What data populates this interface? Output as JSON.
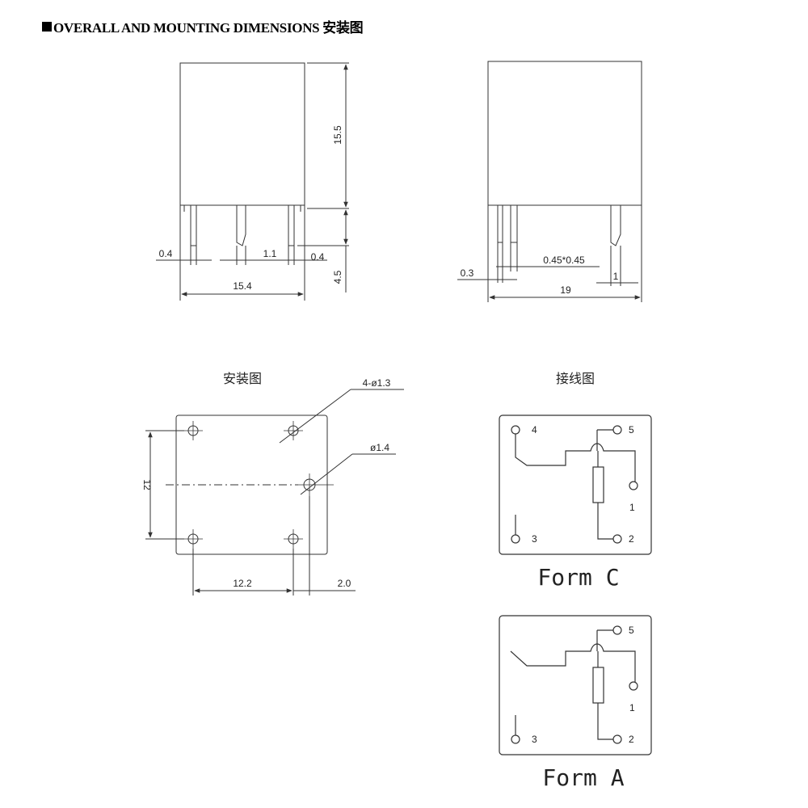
{
  "title": "OVERALL AND MOUNTING DIMENSIONS 安装图",
  "front_view": {
    "height_body": "15.5",
    "height_pins": "4.5",
    "width": "15.4",
    "pin_a": "0.4",
    "pin_spacing": "1.1",
    "pin_b": "0.4"
  },
  "side_view": {
    "pin_thickness": "0.3",
    "pin_section": "0.45*0.45",
    "pin_width": "1",
    "width": "19"
  },
  "mounting": {
    "label": "安装图",
    "holes_callout": "4-ø1.3",
    "hole_callout": "ø1.4",
    "height": "12",
    "spacing": "12.2",
    "offset": "2.0"
  },
  "wiring": {
    "label": "接线图",
    "form_c": {
      "name": "Form C",
      "pins": [
        "4",
        "5",
        "1",
        "3",
        "2"
      ]
    },
    "form_a": {
      "name": "Form A",
      "pins": [
        "5",
        "1",
        "3",
        "2"
      ]
    }
  }
}
